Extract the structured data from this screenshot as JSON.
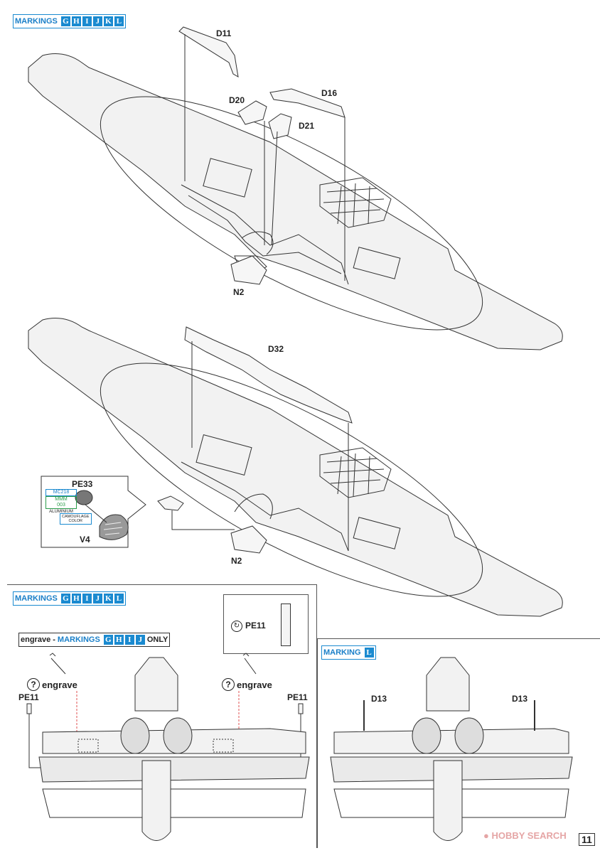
{
  "markings_top": {
    "label": "MARKINGS",
    "letters": [
      "G",
      "H",
      "I",
      "J",
      "K",
      "L"
    ]
  },
  "step1": {
    "parts": {
      "d11": "D11",
      "d16": "D16",
      "d20": "D20",
      "d21": "D21",
      "n2": "N2"
    }
  },
  "step2": {
    "parts": {
      "d32": "D32",
      "n2": "N2",
      "v4": "V4",
      "pe33": "PE33"
    },
    "paint_box": {
      "mc": "MC218",
      "mmm": "MMM",
      "num": "003",
      "color": "ALUMINIUM",
      "camo": "CAMOUFLAGE",
      "camo2": "COLOR"
    }
  },
  "bottom_left": {
    "markings": {
      "label": "MARKINGS",
      "letters": [
        "G",
        "H",
        "I",
        "J",
        "K",
        "L"
      ]
    },
    "engrave_bar": {
      "prefix": "engrave - ",
      "label": "MARKINGS",
      "letters": [
        "G",
        "H",
        "I",
        "J"
      ],
      "suffix": "ONLY"
    },
    "pe11_box": "PE11",
    "engrave_left": "engrave",
    "engrave_right": "engrave",
    "pe11_left": "PE11",
    "pe11_right": "PE11"
  },
  "bottom_right": {
    "marking": {
      "label": "MARKING",
      "letter": "L"
    },
    "d13_left": "D13",
    "d13_right": "D13"
  },
  "watermark": "HOBBY SEARCH",
  "page_number": "11",
  "colors": {
    "accent": "#1a8ad0",
    "line": "#333333",
    "grey": "#777777"
  }
}
